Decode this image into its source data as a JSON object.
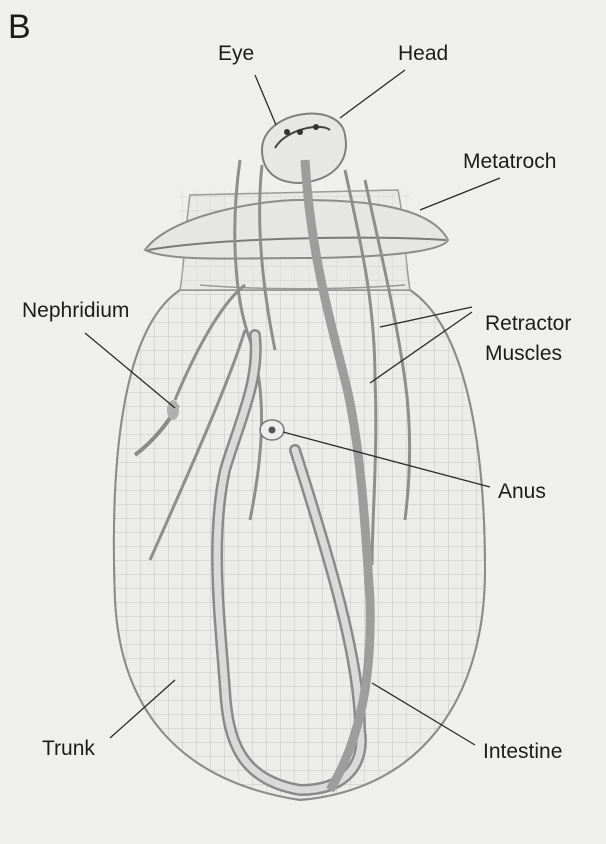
{
  "figure": {
    "panel_letter": "B",
    "labels": {
      "eye": "Eye",
      "head": "Head",
      "metatroch": "Metatroch",
      "nephridium": "Nephridium",
      "retractor": "Retractor",
      "muscles": "Muscles",
      "anus": "Anus",
      "trunk": "Trunk",
      "intestine": "Intestine"
    }
  },
  "colors": {
    "background": "#efefed",
    "body_outline": "#9a9a9a",
    "mesh": "#c9c9c9",
    "ink": "#1c1c1c"
  }
}
